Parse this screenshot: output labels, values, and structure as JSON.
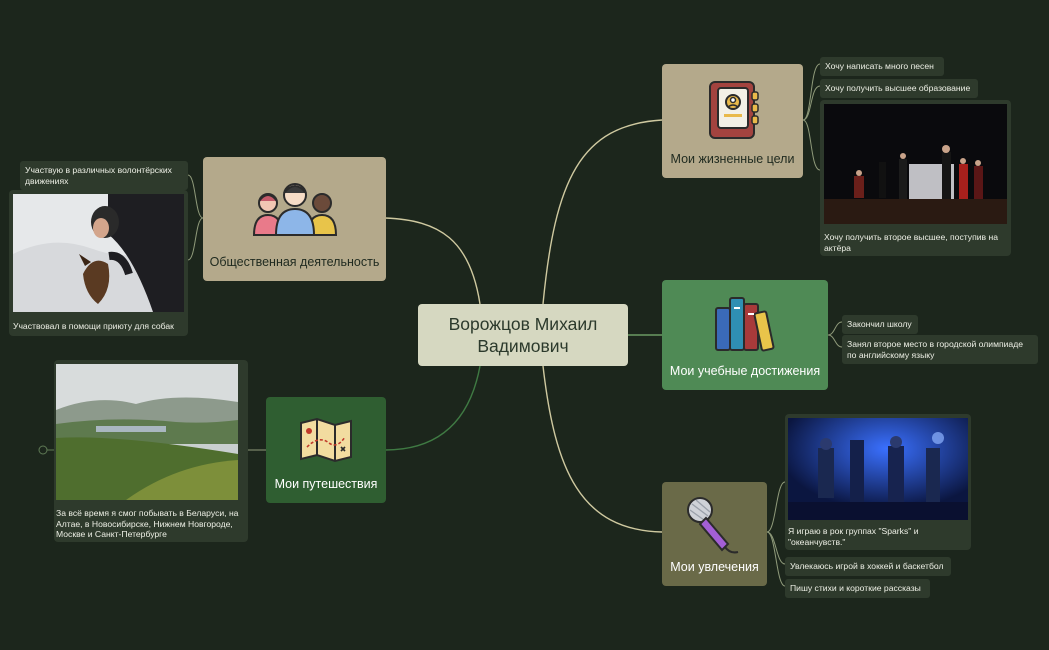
{
  "central": {
    "line1": "Ворожцов Михаил",
    "line2": "Вадимович"
  },
  "branches": {
    "goals": {
      "label": "Мои жизненные цели",
      "color": "#b4a98b",
      "icon": "address-book-icon",
      "leaves": [
        "Хочу написать много песен",
        "Хочу получить высшее образование"
      ],
      "card_caption": "Хочу получить второе высшее, поступив на актёра"
    },
    "social": {
      "label": "Общественная деятельность",
      "color": "#b4a98b",
      "icon": "people-group-icon",
      "leaf": "Участвую в различных волонтёрских движениях",
      "card_caption": "Участвовал в помощи приюту для собак"
    },
    "study": {
      "label": "Мои учебные достижения",
      "color": "#4f8a55",
      "icon": "books-icon",
      "leaves": [
        "Закончил школу",
        "Занял второе место в городской олимпиаде по английскому языку"
      ]
    },
    "travel": {
      "label": "Мои путешествия",
      "color": "#2f5e31",
      "icon": "map-icon",
      "card_caption": "За всё время я смог побывать в Беларуси, на Алтае, в Новосибирске, Нижнем Новгороде, Москве и Санкт-Петербурге"
    },
    "hobbies": {
      "label": "Мои увлечения",
      "color": "#6a6a48",
      "icon": "microphone-icon",
      "card_caption": "Я играю в рок группах \"Sparks\" и \"океанчувств.\"",
      "leaves": [
        "Увлекаюсь игрой в хоккей и баскетбол",
        "Пишу стихи и короткие рассказы"
      ]
    }
  },
  "colors": {
    "background": "#1c261c",
    "connector": "#d6d1a8",
    "leaf_bg": "#2e3a2c",
    "central_bg": "#d6d8c1"
  }
}
